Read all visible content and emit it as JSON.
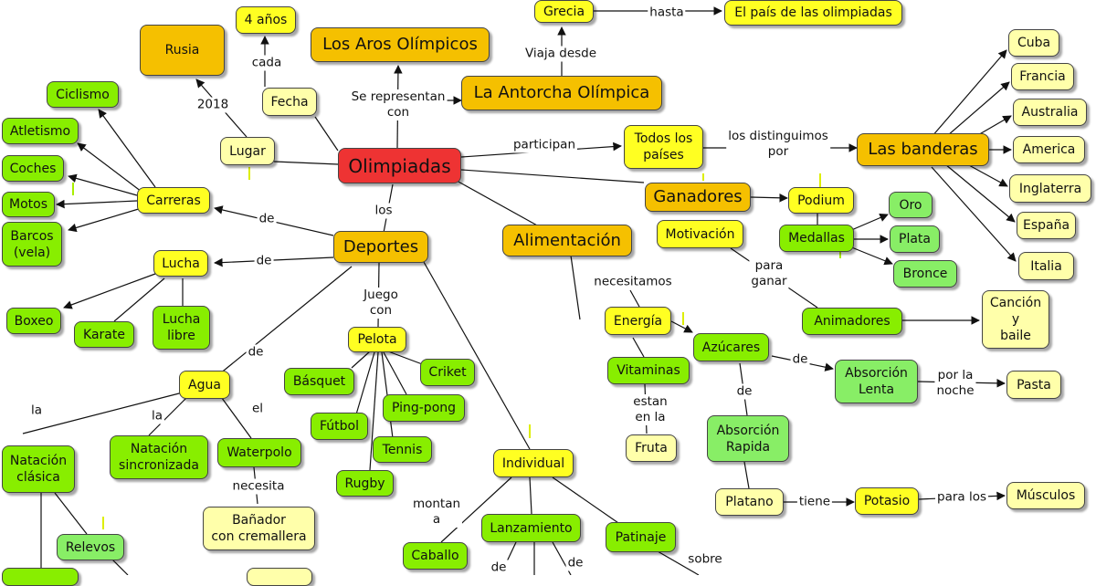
{
  "nodes": {
    "olimpiadas": "Olimpiadas",
    "deportes": "Deportes",
    "alimentacion": "Alimentación",
    "ganadores": "Ganadores",
    "banderas": "Las banderas",
    "antorcha": "La Antorcha Olímpica",
    "aros": "Los Aros Olímpicos",
    "rusia": "Rusia",
    "anios": "4 años",
    "grecia": "Grecia",
    "pais_olimpiadas": "El país de las olimpiadas",
    "fecha": "Fecha",
    "lugar": "Lugar",
    "todos_paises": "Todos los\npaíses",
    "cuba": "Cuba",
    "francia": "Francia",
    "australia": "Australia",
    "america": "America",
    "inglaterra": "Inglaterra",
    "espana": "España",
    "italia": "Italia",
    "podium": "Podium",
    "medallas": "Medallas",
    "oro": "Oro",
    "plata": "Plata",
    "bronce": "Bronce",
    "motivacion": "Motivación",
    "animadores": "Animadores",
    "cancion": "Canción\ny\nbaile",
    "energia": "Energía",
    "azucares": "Azúcares",
    "absorcion_lenta": "Absorción\nLenta",
    "pasta": "Pasta",
    "vitaminas": "Vitaminas",
    "fruta": "Fruta",
    "absorcion_rapida": "Absorción\nRapida",
    "platano": "Platano",
    "potasio": "Potasio",
    "musculos": "Músculos",
    "carreras": "Carreras",
    "ciclismo": "Ciclismo",
    "atletismo": "Atletismo",
    "coches": "Coches",
    "motos": "Motos",
    "barcos": "Barcos\n(vela)",
    "lucha": "Lucha",
    "boxeo": "Boxeo",
    "karate": "Karate",
    "lucha_libre": "Lucha\nlibre",
    "pelota": "Pelota",
    "basquet": "Básquet",
    "criket": "Criket",
    "ping_pong": "Ping-pong",
    "futbol": "Fútbol",
    "tennis": "Tennis",
    "rugby": "Rugby",
    "agua": "Agua",
    "natacion_clasica": "Natación\nclásica",
    "natacion_sincronizada": "Natación\nsincronizada",
    "waterpolo": "Waterpolo",
    "banador": "Bañador\ncon cremallera",
    "relevos": "Relevos",
    "individual": "Individual",
    "lanzamiento": "Lanzamiento",
    "patinaje": "Patinaje",
    "caballo": "Caballo"
  },
  "labels": {
    "cada": "cada",
    "anio_2018": "2018",
    "se_representan": "Se representan\ncon",
    "viaja_desde": "Viaja desde",
    "hasta": "hasta",
    "participan": "participan",
    "los_distinguimos": "los distinguimos\npor",
    "los": "los",
    "de_carreras": "de",
    "de_lucha": "de",
    "juego_con": "Juego\ncon",
    "de_agua": "de",
    "la_1": "la",
    "la_2": "la",
    "el": "el",
    "necesita": "necesita",
    "necesitamos": "necesitamos",
    "para_ganar": "para\nganar",
    "de_azucares": "de",
    "por_la_noche": "por la\nnoche",
    "de_absorcion": "de",
    "estan_en_la": "estan\nen la",
    "tiene": "tiene",
    "para_los": "para los",
    "montan_a": "montan\na",
    "de_lanz_1": "de",
    "de_lanz_2": "de",
    "sobre": "sobre"
  }
}
